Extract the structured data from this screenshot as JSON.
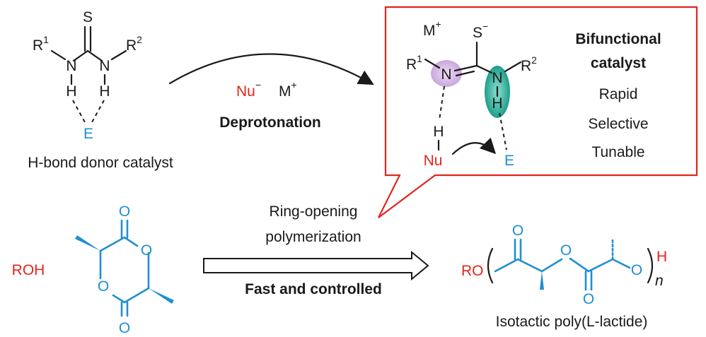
{
  "catalyst": {
    "S": "S",
    "R1": "R",
    "R1_sup": "1",
    "R2": "R",
    "R2_sup": "2",
    "N": "N",
    "H": "H",
    "E": "E",
    "caption": "H-bond donor catalyst"
  },
  "deprotonation": {
    "Nu": "Nu",
    "Nu_charge": "−",
    "M": "M",
    "M_charge": "+",
    "label": "Deprotonation"
  },
  "bifunctional": {
    "M": "M",
    "M_charge": "+",
    "S": "S",
    "S_charge": "−",
    "R1": "R",
    "R1_sup": "1",
    "R2": "R",
    "R2_sup": "2",
    "N": "N",
    "H": "H",
    "Nu": "Nu",
    "E": "E",
    "title_line1": "Bifunctional",
    "title_line2": "catalyst",
    "features": [
      "Rapid",
      "Selective",
      "Tunable"
    ]
  },
  "reaction": {
    "ROH": "ROH",
    "label_line1": "Ring-opening",
    "label_line2": "polymerization",
    "condition": "Fast and controlled"
  },
  "lactide": {
    "O": "O"
  },
  "polymer": {
    "RO": "RO",
    "O": "O",
    "H": "H",
    "n": "n",
    "caption": "Isotactic poly(L-lactide)"
  },
  "colors": {
    "red": "#e0261c",
    "blue": "#1f8fd0",
    "purple": "#c9a6dc",
    "teal": "#1e9e8a"
  }
}
